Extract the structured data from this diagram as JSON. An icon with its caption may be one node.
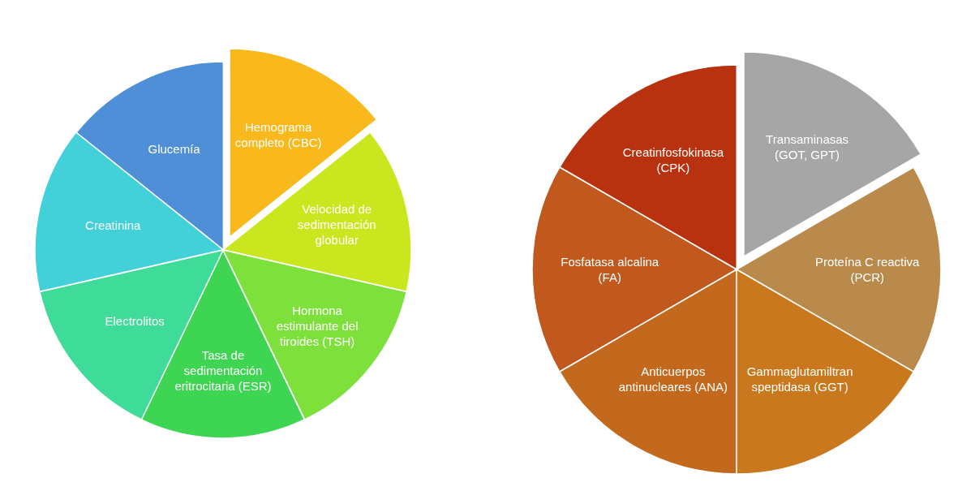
{
  "diagram": {
    "nodes": [
      {
        "text": [
          "Glucemía"
        ]
      },
      {
        "text": [
          "Hemograma completo (CBC)"
        ]
      },
      {
        "text": [
          "Velocidad de sedimentación globular"
        ]
      },
      {
        "text": [
          "Hormona estimulante del tiroides (TSH)"
        ]
      },
      {
        "text": [
          "Tasa de sedimentación eritrocitaria (ESR)"
        ]
      },
      {
        "text": [
          "Electrolitos"
        ]
      },
      {
        "text": [
          "Creatinina"
        ]
      },
      {
        "text": [
          "Creatinfosfokinasa (CPK)"
        ]
      },
      {
        "text": [
          "Transaminasas (GOT, GPT)"
        ]
      },
      {
        "text": [
          "Fosfatasa alcalina (FA)"
        ]
      },
      {
        "text": [
          "Proteína C reactiva (PCR)"
        ]
      },
      {
        "text": [
          "Anticuerpos antinucleares (ANA)"
        ]
      },
      {
        "text": [
          "Gammaglutamiltran speptidasa (GGT)"
        ]
      }
    ],
    "edges": []
  }
}
